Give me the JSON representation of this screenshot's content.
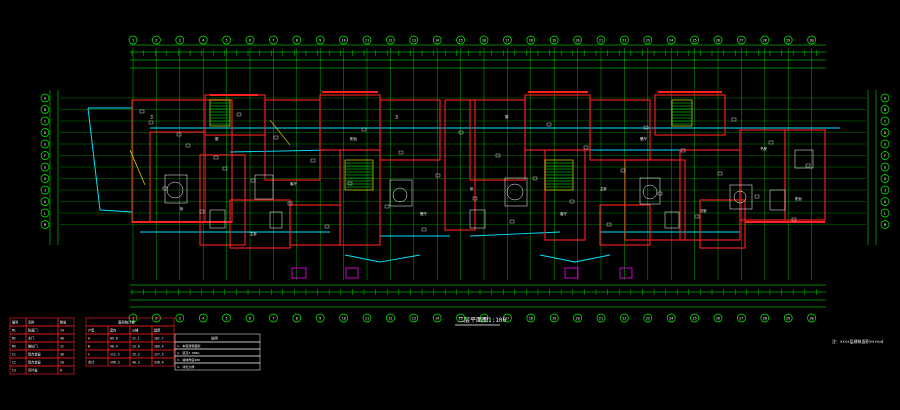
{
  "drawing": {
    "sheet_title": "二层平面图1:100",
    "side_note": "注：××××层建筑面积××××㎡",
    "colors": {
      "background": "#000000",
      "wall": "#ff2020",
      "axis": "#00ff00",
      "window": "#00e5ff",
      "furniture": "#ffffff",
      "stair": "#ffff00",
      "door": "#ff00ff"
    }
  },
  "axis_bubbles": {
    "top_row1": [
      "1",
      "2",
      "3",
      "4",
      "5",
      "6",
      "7",
      "8",
      "9",
      "10",
      "11",
      "12",
      "13",
      "14",
      "15",
      "16",
      "17",
      "18",
      "19",
      "20",
      "21",
      "22",
      "23",
      "24",
      "25",
      "26",
      "27",
      "28",
      "29",
      "30"
    ],
    "bottom_row1": [
      "1",
      "2",
      "3",
      "4",
      "5",
      "6",
      "7",
      "8",
      "9",
      "10",
      "11",
      "12",
      "13",
      "14",
      "15",
      "16",
      "17",
      "18",
      "19",
      "20",
      "21",
      "22",
      "23",
      "24",
      "25",
      "26",
      "27",
      "28",
      "29",
      "30"
    ],
    "left_col": [
      "A",
      "B",
      "C",
      "D",
      "E",
      "F",
      "G",
      "H",
      "J",
      "K",
      "L",
      "M"
    ],
    "right_col": [
      "A",
      "B",
      "C",
      "D",
      "E",
      "F",
      "G",
      "H",
      "J",
      "K",
      "L",
      "M"
    ]
  },
  "room_tags": [
    "卫",
    "厨",
    "卧",
    "客厅",
    "餐厅",
    "阳台",
    "主卧",
    "次卧",
    "书房",
    "卫",
    "厨",
    "卧",
    "客厅",
    "餐厅",
    "阳台",
    "主卧"
  ],
  "legend_table": {
    "header": [
      "编号",
      "名称",
      "数量"
    ],
    "rows": [
      [
        "M1",
        "防盗门",
        "24"
      ],
      [
        "M2",
        "木门",
        "48"
      ],
      [
        "M3",
        "推拉门",
        "12"
      ],
      [
        "C1",
        "铝合金窗",
        "36"
      ],
      [
        "C2",
        "铝合金窗",
        "20"
      ],
      [
        "C3",
        "百叶窗",
        "8"
      ]
    ]
  },
  "area_table": {
    "title": "面积统计表",
    "header": [
      "户型",
      "套内",
      "公摊",
      "建筑"
    ],
    "rows": [
      [
        "A",
        "89.6",
        "12.1",
        "101.7"
      ],
      [
        "B",
        "96.4",
        "13.0",
        "109.4"
      ],
      [
        "C",
        "112.3",
        "15.2",
        "127.5"
      ],
      [
        "合计",
        "298.3",
        "40.3",
        "338.6"
      ]
    ]
  },
  "notes_table": {
    "title": "说明",
    "rows": [
      "1. 本层建筑面积",
      "2. 层高3.000m",
      "3. 墙体厚度200",
      "4. 详见大样"
    ]
  }
}
